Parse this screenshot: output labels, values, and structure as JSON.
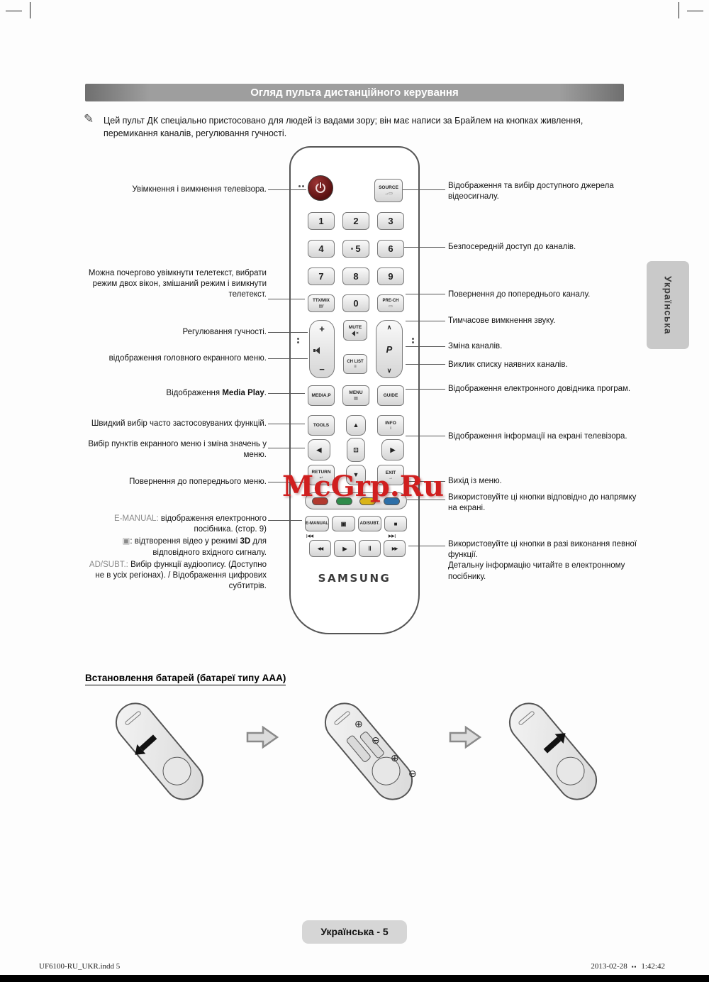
{
  "header": {
    "title": "Огляд пульта дистанційного керування"
  },
  "note": "Цей пульт ДК спеціально пристосовано для людей із вадами зору; він має написи за Брайлем на кнопках живлення, перемикання каналів, регулювання гучності.",
  "labels_left": [
    "Увімкнення і вимкнення телевізора.",
    "Можна почергово увімкнути телетекст, вибрати режим двох вікон, змішаний режим і вимкнути телетекст.",
    "Регулювання гучності.",
    "відображення головного екранного меню.",
    {
      "pre": "Відображення ",
      "bold": "Media Play",
      "post": "."
    },
    "Швидкий вибір часто застосовуваних функцій.",
    "Вибір пунктів екранного меню і зміна значень у меню.",
    "Повернення до попереднього меню."
  ],
  "emanual_block": {
    "l1_label": "E-MANUAL: ",
    "l1_text": "відображення електронного посібника. (стор. 9)",
    "l2_icon": "▣",
    "l2_pre": ": відтворення відео у режимі ",
    "l2_bold": "3D",
    "l2_post": " для відповідного вхідного сигналу.",
    "l3_label": "AD/SUBT.: ",
    "l3_text": "Вибір функції аудіоопису. (Доступно не в усіх регіонах). / Відображення цифрових субтитрів."
  },
  "labels_right": [
    "Відображення та вибір доступного джерела відеосигналу.",
    "Безпосередній доступ до каналів.",
    "Повернення до попереднього каналу.",
    "Тимчасове вимкнення звуку.",
    "Зміна каналів.",
    "Виклик списку наявних каналів.",
    "Відображення електронного довідника програм.",
    "Відображення інформації на екрані телевізора.",
    "Вихід із меню.",
    "Використовуйте ці кнопки відповідно до напрямку на екрані.",
    "Використовуйте ці кнопки в разі виконання певної функції.\nДетальну інформацію читайте в електронному посібнику."
  ],
  "remote": {
    "brand": "SAMSUNG",
    "source": "SOURCE",
    "source_icon": "→▭",
    "digits": [
      "1",
      "2",
      "3",
      "4",
      "5",
      "6",
      "7",
      "8",
      "9"
    ],
    "zero": "0",
    "ttx_mix": "TTX/MIX",
    "ttx_icon": "▤∕",
    "pre_ch": "PRE-CH",
    "prech_icon": "▭",
    "volume_plus": "+",
    "volume_minus": "−",
    "mute": "MUTE",
    "channel_up": "∧",
    "channel_letter": "P",
    "channel_down": "∨",
    "ch_list": "CH LIST",
    "chlist_icon": "≡",
    "media_p": "MEDIA.P",
    "menu": "MENU",
    "menu_icon": "▤",
    "guide": "GUIDE",
    "tools": "TOOLS",
    "info": "INFO",
    "info_icon": "i",
    "nav_up": "▲",
    "nav_down": "▼",
    "nav_left": "◀",
    "nav_right": "▶",
    "nav_center": "⊡",
    "return": "RETURN",
    "return_icon": "↩",
    "exit": "EXIT",
    "exit_icon": "→",
    "e_manual": "E-MANUAL",
    "icon_3d": "▣",
    "ad_subt": "AD/SUBT.",
    "stop": "■",
    "rewind": "◀◀",
    "play": "▶",
    "pause": "‖",
    "forward": "▶▶",
    "skip_back": "|◀◀",
    "skip_fwd": "▶▶|",
    "color_buttons": {
      "a": "#b23a2f",
      "b": "#2e8b4a",
      "c": "#d9b418",
      "d": "#2d6fa8"
    }
  },
  "battery": {
    "title": "Встановлення батарей (батареї типу AAA)",
    "polarity": [
      "⊕",
      "⊖",
      "⊕",
      "⊖"
    ]
  },
  "side_tab": "Українська",
  "footer": {
    "page_label": "Українська - 5"
  },
  "print": {
    "left": "UF6100-RU_UKR.indd   5",
    "date": "2013-02-28",
    "mark": "▪▪",
    "time": "1:42:42"
  },
  "watermark": "McGrp.Ru"
}
